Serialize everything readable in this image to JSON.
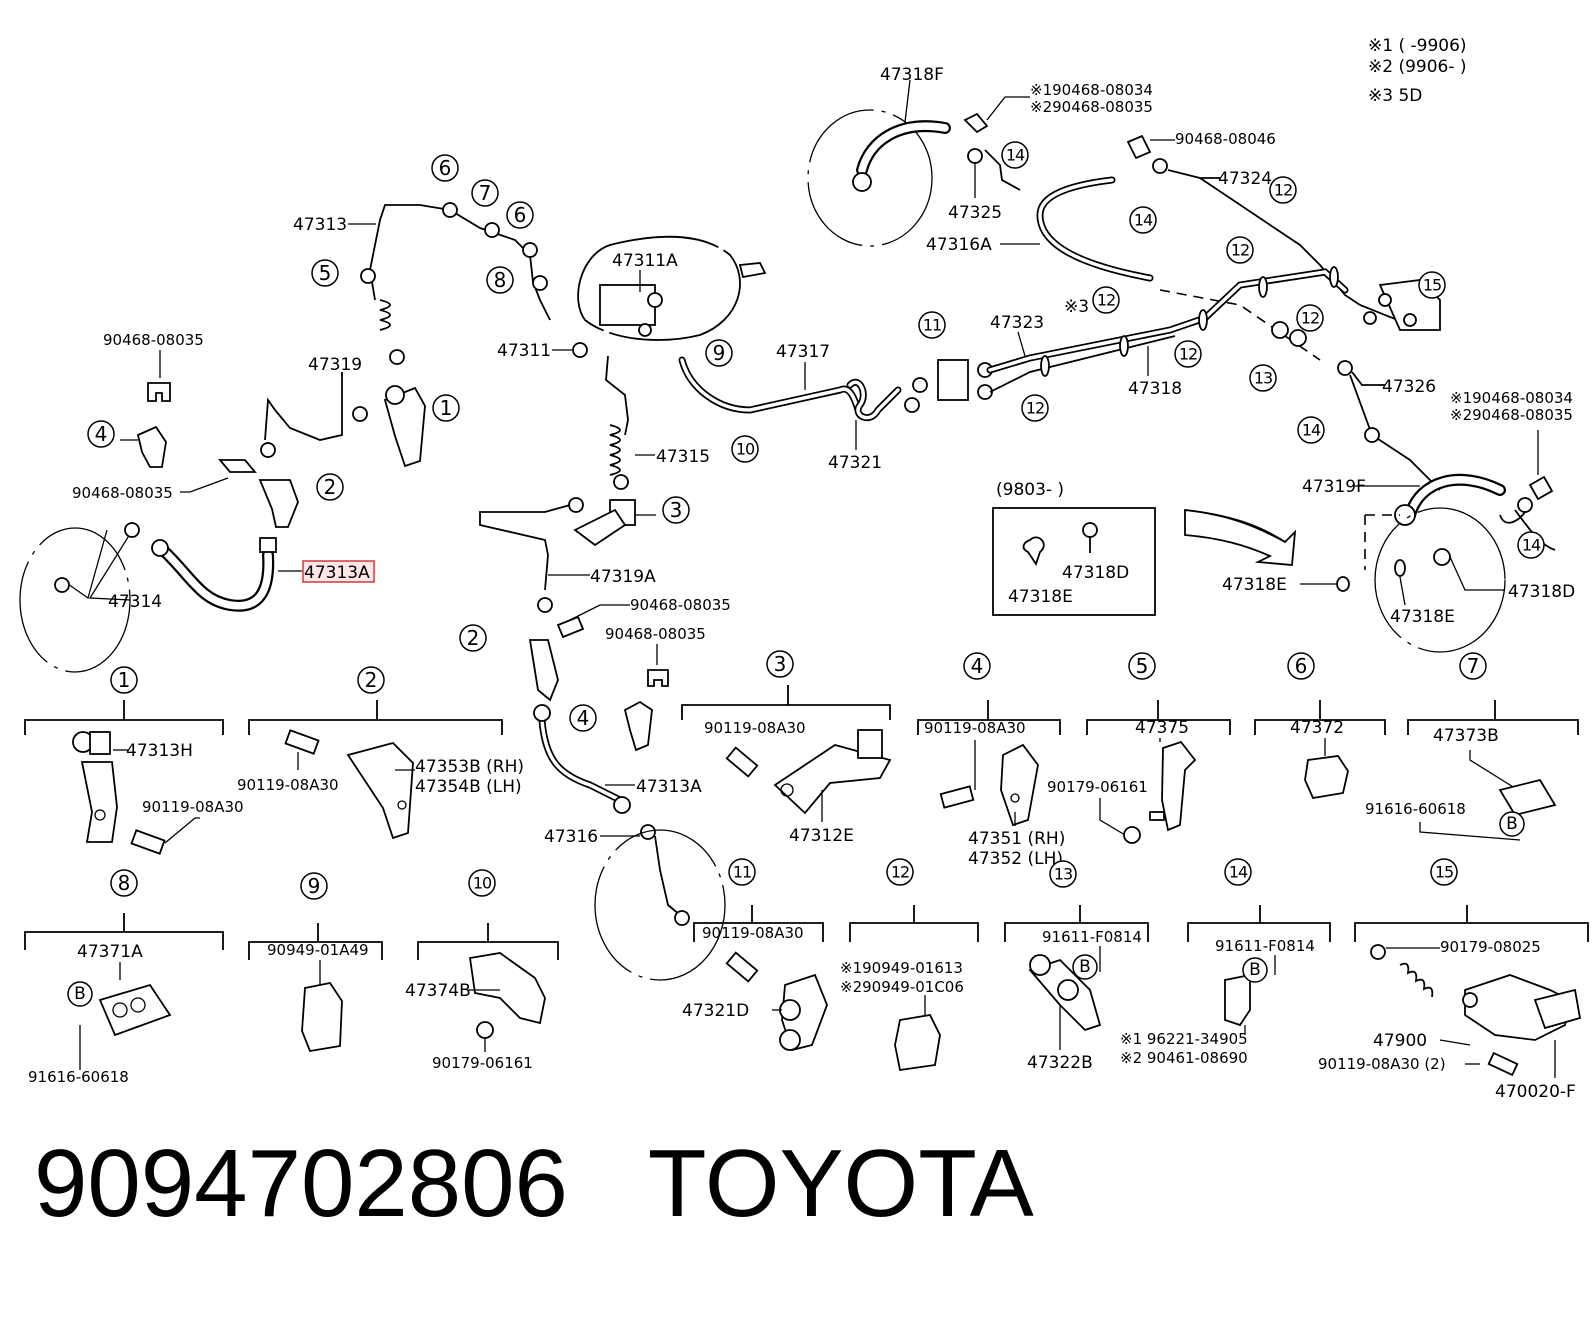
{
  "footer": {
    "part_number": "9094702806",
    "brand": "TOYOTA"
  },
  "notes": {
    "n1": "※1 (      -9906)",
    "n2": "※2 (9906-      )",
    "n3": "※3  5D"
  },
  "highlight": {
    "part": "47313A",
    "color": "#d43a3a"
  },
  "labels": {
    "p47318F": "47318F",
    "alt1a": "※190468-08034",
    "alt1b": "※290468-08035",
    "p90468_08046": "90468-08046",
    "p47324": "47324",
    "p47325": "47325",
    "p47316A": "47316A",
    "p47313": "47313",
    "p47311A": "47311A",
    "p47311": "47311",
    "p47317": "47317",
    "p47323": "47323",
    "s3": "※3",
    "p47318": "47318",
    "p47326": "47326",
    "alt2a": "※190468-08034",
    "alt2b": "※290468-08035",
    "p47319F": "47319F",
    "p90468_08035a": "90468-08035",
    "p47319": "47319",
    "p90468_08035b": "90468-08035",
    "p47313A": "47313A",
    "p47314": "47314",
    "p47315": "47315",
    "p47321": "47321",
    "p47319A": "47319A",
    "p90468_08035c": "90468-08035",
    "p90468_08035d": "90468-08035",
    "p47313A_b": "47313A",
    "p47316": "47316",
    "date9803": "(9803-        )",
    "p47318D": "47318D",
    "p47318E": "47318E",
    "p47318E_b": "47318E",
    "p47318E_c": "47318E",
    "p47318D_b": "47318D",
    "p47313H": "47313H",
    "p90119_08A30a": "90119-08A30",
    "p90119_08A30b": "90119-08A30",
    "p47353B": "47353B (RH)",
    "p47354B": "47354B (LH)",
    "p90119_08A30c": "90119-08A30",
    "p47312E": "47312E",
    "p90119_08A30d": "90119-08A30",
    "p47351": "47351 (RH)",
    "p47352": "47352 (LH)",
    "p47375": "47375",
    "p90179_06161a": "90179-06161",
    "p47372": "47372",
    "p47373B": "47373B",
    "p91616_60618a": "91616-60618",
    "p47371A": "47371A",
    "p91616_60618b": "91616-60618",
    "p90949_01A49": "90949-01A49",
    "p47374B": "47374B",
    "p90179_06161b": "90179-06161",
    "p90119_08A30e": "90119-08A30",
    "p47321D": "47321D",
    "alt3a": "※190949-01613",
    "alt3b": "※290949-01C06",
    "p91611_F0814a": "91611-F0814",
    "p47322B": "47322B",
    "p91611_F0814b": "91611-F0814",
    "alt4a": "※1  96221-34905",
    "alt4b": "※2  90461-08690",
    "p90179_08025": "90179-08025",
    "p47900": "47900",
    "p90119_08A30_2": "90119-08A30 (2)",
    "p470020F": "470020-F",
    "B": "B",
    "c1": "1",
    "c2": "2",
    "c3": "3",
    "c4": "4",
    "c5": "5",
    "c6": "6",
    "c7": "7",
    "c8": "8",
    "c9": "9",
    "c10": "10",
    "c11": "11",
    "c12": "12",
    "c13": "13",
    "c14": "14",
    "c15": "15"
  }
}
